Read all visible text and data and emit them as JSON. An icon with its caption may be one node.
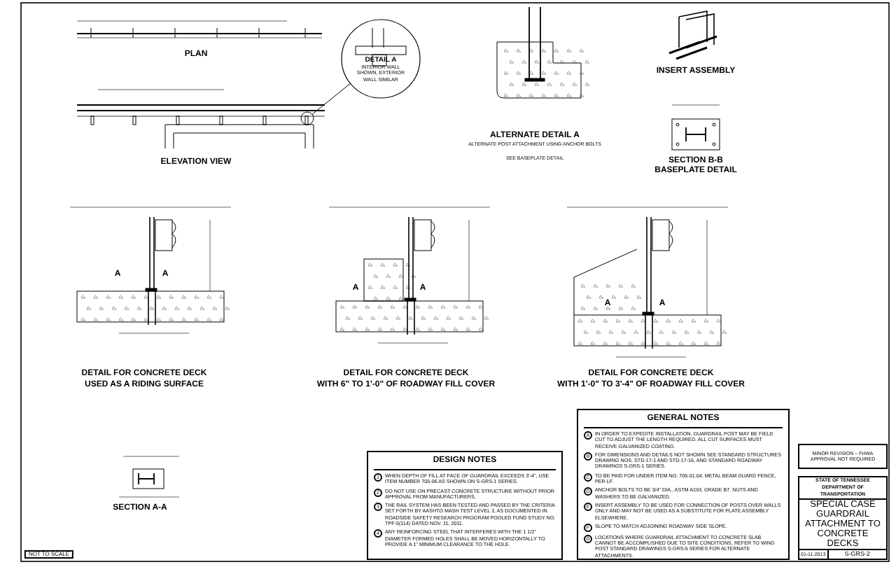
{
  "diagram": {
    "nodes": [
      {
        "text": [
          "DETAIL A",
          "INTERIOR WALL SHOWN, EXTERIOR WALL SIMILAR"
        ]
      },
      {
        "text": [],
        "shape": "circle"
      },
      {
        "text": [
          "DESIGN NOTES"
        ]
      },
      {
        "text": [
          "1",
          "WHEN DEPTH OF FILL AT FACE OF GUARDRAIL EXCEEDS 3'-4\", USE ITEM NUMBER 705-06 AS SHOWN ON S-GRS-1 SERIES."
        ],
        "in": 2
      },
      {
        "text": [
          "2",
          "DO NOT USE ON PRECAST CONCRETE STRUCTURE WITHOUT PRIOR APPROVAL FROM MANUFACTURERS."
        ],
        "in": 2
      },
      {
        "text": [
          "3",
          "THE RAIL SYSTEM HAS BEEN TESTED AND PASSED BY THE CRITERIA SET FORTH BY AASHTO MASH TEST LEVEL 3, AS DOCUMENTED IN ROADSIDE SAFETY RESEARCH PROGRAM POOLED FUND STUDY NO. TPF-5(114) DATED NOV. 11, 2011."
        ],
        "in": 2
      },
      {
        "text": [
          "4",
          "ANY REINFORCING STEEL THAT INTERFERES WITH THE 1 1/2\" DIAMETER FORMED HOLES SHALL BE MOVED HORIZONTALLY TO PROVIDE A 1\" MINIMUM CLEARANCE TO THE HOLE."
        ],
        "in": 2
      },
      {
        "text": [
          "GENERAL NOTES"
        ]
      },
      {
        "text": [
          "A",
          "IN ORDER TO EXPEDITE INSTALLATION, GUARDRAIL POST MAY BE FIELD CUT TO ADJUST THE LENGTH REQUIRED. ALL CUT SURFACES MUST RECEIVE GALVANIZED COATING."
        ],
        "in": 7
      },
      {
        "text": [
          "B",
          "FOR DIMENSIONS AND DETAILS NOT SHOWN SEE STANDARD STRUCTURES DRAWING NOS. STD-17-1 AND STD-17-16, AND STANDARD ROADWAY DRAWINGS S-GRS-1 SERIES."
        ],
        "in": 7
      },
      {
        "text": [
          "C",
          "TO BE PAID FOR UNDER ITEM NO. 705-01.04, METAL BEAM GUARD FENCE, PER LF."
        ],
        "in": 7
      },
      {
        "text": [
          "D",
          "ANCHOR BOLTS TO BE 3/4\" DIA., ASTM A193, GRADE B7. NUTS AND WASHERS TO BE GALVANIZED."
        ],
        "in": 7
      },
      {
        "text": [
          "E",
          "INSERT ASSEMBLY TO BE USED FOR CONNECTION OF POSTS OVER WALLS ONLY AND MAY NOT BE USED AS A SUBSTITUTE FOR PLATE ASSEMBLY ELSEWHERE."
        ],
        "in": 7
      },
      {
        "text": [
          "F",
          "SLOPE TO MATCH ADJOINING ROADWAY SIDE SLOPE."
        ],
        "in": 7
      },
      {
        "text": [
          "G",
          "LOCATIONS WHERE GUARDRAIL ATTACHMENT TO CONCRETE SLAB CANNOT BE ACCOMPLISHED DUE TO SITE CONDITIONS, REFER TO WING POST STANDARD DRAWINGS S-GRS-5 SERIES FOR ALTERNATE ATTACHMENTS."
        ],
        "in": 7
      },
      {
        "text": [
          "MINOR REVISION – FHWA APPROVAL NOT REQUIRED"
        ]
      },
      {
        "text": [
          "STATE OF TENNESSEE",
          "DEPARTMENT OF TRANSPORTATION",
          "SPECIAL CASE GUARDRAIL ATTACHMENT TO CONCRETE DECKS",
          "01-11-2013",
          "S-GRS-2"
        ]
      }
    ],
    "edges": [
      {
        "from": 1,
        "to": 0,
        "arrow": "none"
      }
    ],
    "labels": [
      "PLAN",
      "ELEVATION VIEW",
      "ALTERNATE DETAIL A",
      "ALTERNATE POST ATTACHMENT USING ANCHOR BOLTS",
      "SEE BASEPLATE DETAIL",
      "INSERT ASSEMBLY",
      "SECTION B-B",
      "BASEPLATE DETAIL",
      "A",
      "A",
      "A",
      "A",
      "A",
      "A",
      "DETAIL FOR CONCRETE DECK",
      "USED AS A RIDING SURFACE",
      "DETAIL FOR CONCRETE DECK",
      "WITH 6\" TO 1'-0\" OF ROADWAY FILL COVER",
      "DETAIL FOR CONCRETE DECK",
      "WITH 1'-0\" TO 3'-4\" OF ROADWAY FILL COVER",
      "SECTION A-A",
      "NOT TO SCALE"
    ]
  }
}
